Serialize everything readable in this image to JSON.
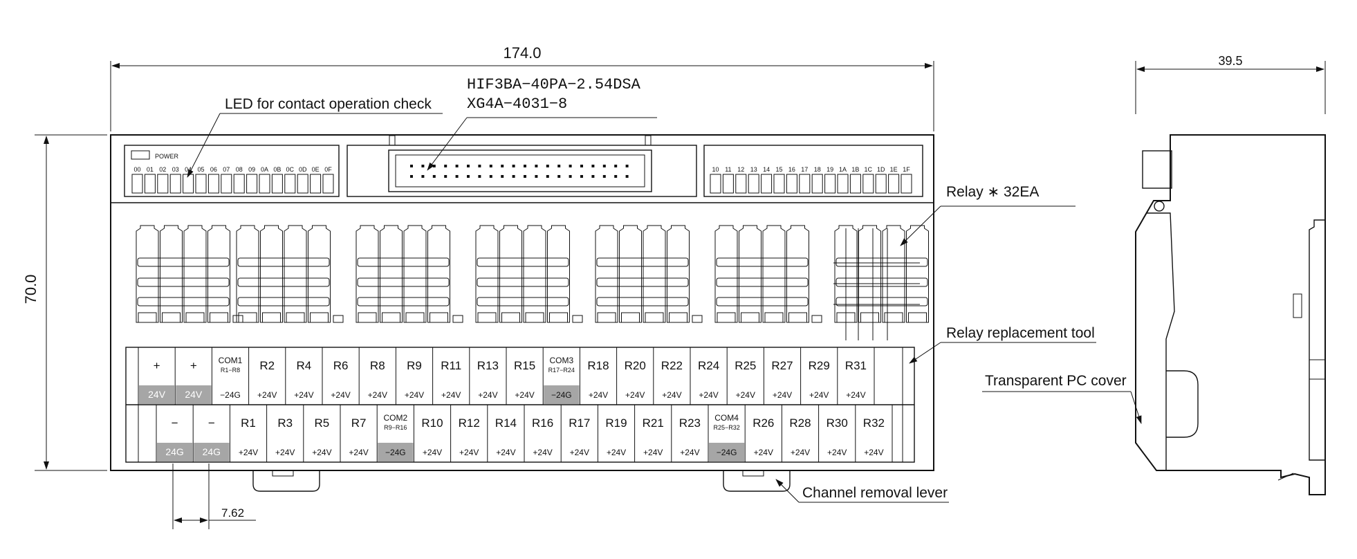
{
  "dimensions": {
    "width": "174.0",
    "height": "70.0",
    "depth": "39.5",
    "pitch": "7.62"
  },
  "callouts": {
    "connector_line1": "HIF3BA−40PA−2.54DSA",
    "connector_line2": "XG4A−4031−8",
    "led": "LED for contact operation check",
    "relay": "Relay ∗ 32EA",
    "relay_tool": "Relay replacement tool",
    "pc_cover": "Transparent PC cover",
    "channel_lever": "Channel removal lever"
  },
  "power_label": "POWER",
  "led_labels_left": [
    "00",
    "01",
    "02",
    "03",
    "04",
    "05",
    "06",
    "07",
    "08",
    "09",
    "0A",
    "0B",
    "0C",
    "0D",
    "0E",
    "0F"
  ],
  "led_labels_right": [
    "10",
    "11",
    "12",
    "13",
    "14",
    "15",
    "16",
    "17",
    "18",
    "19",
    "1A",
    "1B",
    "1C",
    "1D",
    "1E",
    "1F"
  ],
  "terminals_top": [
    {
      "name": "+",
      "sub": "",
      "val": "24V",
      "shade": true
    },
    {
      "name": "+",
      "sub": "",
      "val": "24V",
      "shade": true
    },
    {
      "name": "COM1",
      "sub": "R1−R8",
      "val": "−24G",
      "shade": false
    },
    {
      "name": "R2",
      "sub": "",
      "val": "+24V",
      "shade": false
    },
    {
      "name": "R4",
      "sub": "",
      "val": "+24V",
      "shade": false
    },
    {
      "name": "R6",
      "sub": "",
      "val": "+24V",
      "shade": false
    },
    {
      "name": "R8",
      "sub": "",
      "val": "+24V",
      "shade": false
    },
    {
      "name": "R9",
      "sub": "",
      "val": "+24V",
      "shade": false
    },
    {
      "name": "R11",
      "sub": "",
      "val": "+24V",
      "shade": false
    },
    {
      "name": "R13",
      "sub": "",
      "val": "+24V",
      "shade": false
    },
    {
      "name": "R15",
      "sub": "",
      "val": "+24V",
      "shade": false
    },
    {
      "name": "COM3",
      "sub": "R17−R24",
      "val": "−24G",
      "shade": true
    },
    {
      "name": "R18",
      "sub": "",
      "val": "+24V",
      "shade": false
    },
    {
      "name": "R20",
      "sub": "",
      "val": "+24V",
      "shade": false
    },
    {
      "name": "R22",
      "sub": "",
      "val": "+24V",
      "shade": false
    },
    {
      "name": "R24",
      "sub": "",
      "val": "+24V",
      "shade": false
    },
    {
      "name": "R25",
      "sub": "",
      "val": "+24V",
      "shade": false
    },
    {
      "name": "R27",
      "sub": "",
      "val": "+24V",
      "shade": false
    },
    {
      "name": "R29",
      "sub": "",
      "val": "+24V",
      "shade": false
    },
    {
      "name": "R31",
      "sub": "",
      "val": "+24V",
      "shade": false
    }
  ],
  "terminals_bottom": [
    {
      "name": "−",
      "sub": "",
      "val": "24G",
      "shade": true
    },
    {
      "name": "−",
      "sub": "",
      "val": "24G",
      "shade": true
    },
    {
      "name": "R1",
      "sub": "",
      "val": "+24V",
      "shade": false
    },
    {
      "name": "R3",
      "sub": "",
      "val": "+24V",
      "shade": false
    },
    {
      "name": "R5",
      "sub": "",
      "val": "+24V",
      "shade": false
    },
    {
      "name": "R7",
      "sub": "",
      "val": "+24V",
      "shade": false
    },
    {
      "name": "COM2",
      "sub": "R9−R16",
      "val": "−24G",
      "shade": true
    },
    {
      "name": "R10",
      "sub": "",
      "val": "+24V",
      "shade": false
    },
    {
      "name": "R12",
      "sub": "",
      "val": "+24V",
      "shade": false
    },
    {
      "name": "R14",
      "sub": "",
      "val": "+24V",
      "shade": false
    },
    {
      "name": "R16",
      "sub": "",
      "val": "+24V",
      "shade": false
    },
    {
      "name": "R17",
      "sub": "",
      "val": "+24V",
      "shade": false
    },
    {
      "name": "R19",
      "sub": "",
      "val": "+24V",
      "shade": false
    },
    {
      "name": "R21",
      "sub": "",
      "val": "+24V",
      "shade": false
    },
    {
      "name": "R23",
      "sub": "",
      "val": "+24V",
      "shade": false
    },
    {
      "name": "COM4",
      "sub": "R25−R32",
      "val": "−24G",
      "shade": true
    },
    {
      "name": "R26",
      "sub": "",
      "val": "+24V",
      "shade": false
    },
    {
      "name": "R28",
      "sub": "",
      "val": "+24V",
      "shade": false
    },
    {
      "name": "R30",
      "sub": "",
      "val": "+24V",
      "shade": false
    },
    {
      "name": "R32",
      "sub": "",
      "val": "+24V",
      "shade": false
    }
  ],
  "colors": {
    "shade": "#a6a6a6",
    "line": "#111111"
  }
}
